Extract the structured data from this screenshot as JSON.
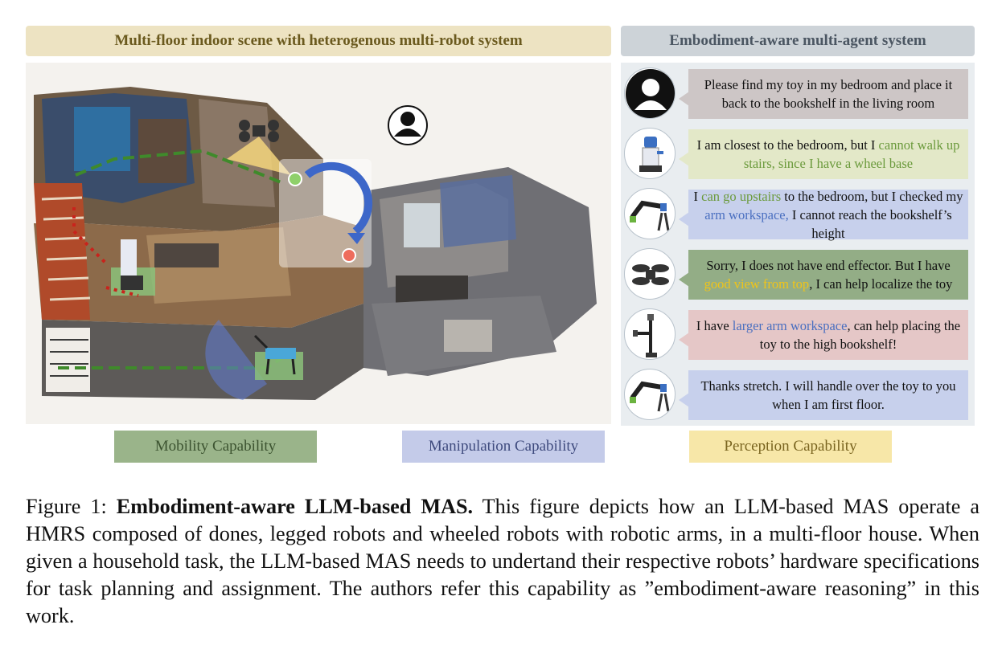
{
  "left_header": "Multi-floor indoor scene with heterogenous multi-robot system",
  "right_header": "Embodiment-aware multi-agent system",
  "messages": [
    {
      "avatar": "human-icon",
      "color": "#cdc6c6",
      "segments": [
        {
          "t": "Please find my toy in my bedroom and place it back to the bookshelf in the living room",
          "hl": ""
        }
      ]
    },
    {
      "avatar": "wheeled-robot-icon",
      "color": "#e3e8c8",
      "segments": [
        {
          "t": "I am closest to the bedroom, but I ",
          "hl": ""
        },
        {
          "t": "cannot walk up stairs, since I have a wheel base",
          "hl": "green"
        }
      ]
    },
    {
      "avatar": "robot-arm-icon",
      "color": "#c7d0ec",
      "segments": [
        {
          "t": "I ",
          "hl": ""
        },
        {
          "t": "can go upstairs",
          "hl": "green"
        },
        {
          "t": " to the bedroom, but I checked my ",
          "hl": ""
        },
        {
          "t": "arm workspace,",
          "hl": "blue"
        },
        {
          "t": " I cannot reach the bookshelf’s height",
          "hl": ""
        }
      ]
    },
    {
      "avatar": "drone-icon",
      "color": "#93ad86",
      "segments": [
        {
          "t": "Sorry, I does not have end effector. But I have ",
          "hl": ""
        },
        {
          "t": "good view from top",
          "hl": "yellow"
        },
        {
          "t": ", I can help localize the toy",
          "hl": ""
        }
      ]
    },
    {
      "avatar": "stretch-robot-icon",
      "color": "#e5c7c7",
      "segments": [
        {
          "t": "I have ",
          "hl": ""
        },
        {
          "t": "larger arm workspace",
          "hl": "blue"
        },
        {
          "t": ", can help placing the toy to the high bookshelf!",
          "hl": ""
        }
      ]
    },
    {
      "avatar": "robot-arm-icon",
      "color": "#c7d0ec",
      "segments": [
        {
          "t": "Thanks stretch. I will handle over the toy to you when I am first floor.",
          "hl": ""
        }
      ]
    }
  ],
  "capabilities": {
    "mobility": "Mobility Capability",
    "manipulation": "Manipulation Capability",
    "perception": "Perception Capability"
  },
  "caption": {
    "prefix": "Figure 1:  ",
    "bold": "Embodiment-aware LLM-based MAS.",
    "text": " This figure depicts how an LLM-based MAS operate a HMRS composed of dones, legged robots and wheeled robots with robotic arms, in a multi-floor house.  When given a household task, the LLM-based MAS needs to undertand their respective robots’ hardware specifications for task planning and assignment. The authors refer this capability as ”embodiment-aware reasoning” in this work."
  }
}
